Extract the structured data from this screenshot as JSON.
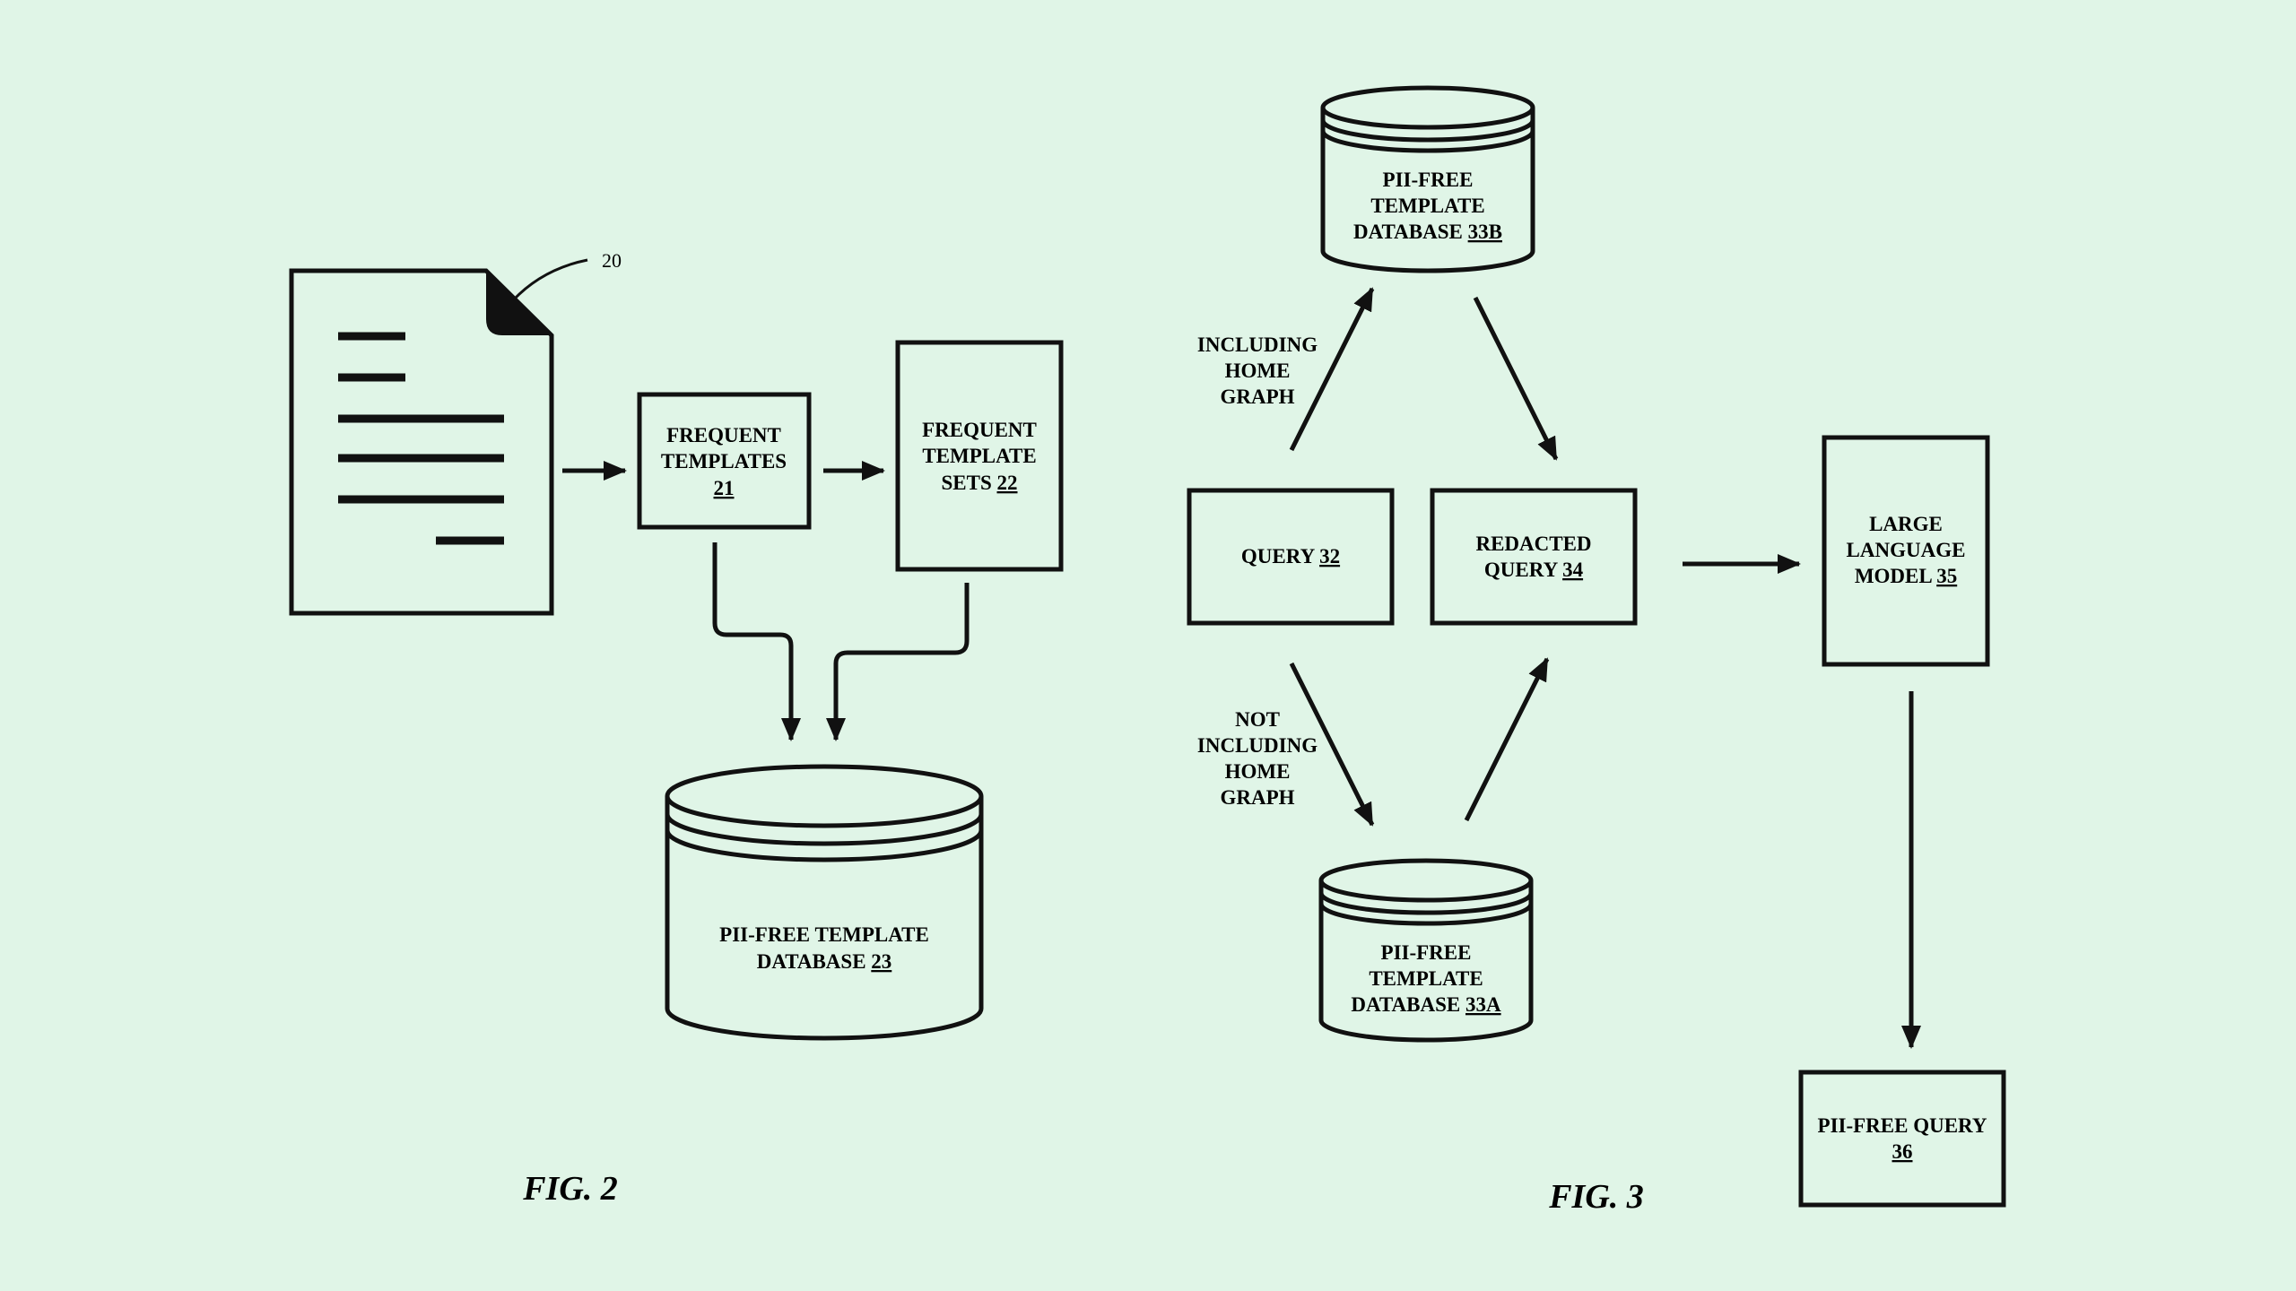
{
  "colors": {
    "background": "#e0f5e7",
    "ink": "#111111"
  },
  "fig2": {
    "caption": "FIG. 2",
    "document_ref": "20",
    "frequent_templates": {
      "line1": "FREQUENT",
      "line2": "TEMPLATES",
      "num": "21"
    },
    "frequent_template_sets": {
      "line1": "FREQUENT",
      "line2": "TEMPLATE",
      "line3_text": "SETS ",
      "num": "22"
    },
    "database": {
      "line1": "PII-FREE TEMPLATE",
      "line2_text": "DATABASE ",
      "num": "23"
    }
  },
  "fig3": {
    "caption": "FIG. 3",
    "db_b": {
      "line1": "PII-FREE",
      "line2": "TEMPLATE",
      "line3_text": "DATABASE ",
      "num": "33B"
    },
    "db_a": {
      "line1": "PII-FREE",
      "line2": "TEMPLATE",
      "line3_text": "DATABASE ",
      "num": "33A"
    },
    "query": {
      "text": "QUERY ",
      "num": "32"
    },
    "redacted_query": {
      "line1": "REDACTED",
      "line2_text": "QUERY ",
      "num": "34"
    },
    "llm": {
      "line1": "LARGE",
      "line2": "LANGUAGE",
      "line3_text": "MODEL ",
      "num": "35"
    },
    "pii_free_query": {
      "line1": "PII-FREE QUERY",
      "num": "36"
    },
    "label_including": [
      "INCLUDING",
      "HOME",
      "GRAPH"
    ],
    "label_not_including": [
      "NOT",
      "INCLUDING",
      "HOME",
      "GRAPH"
    ]
  }
}
